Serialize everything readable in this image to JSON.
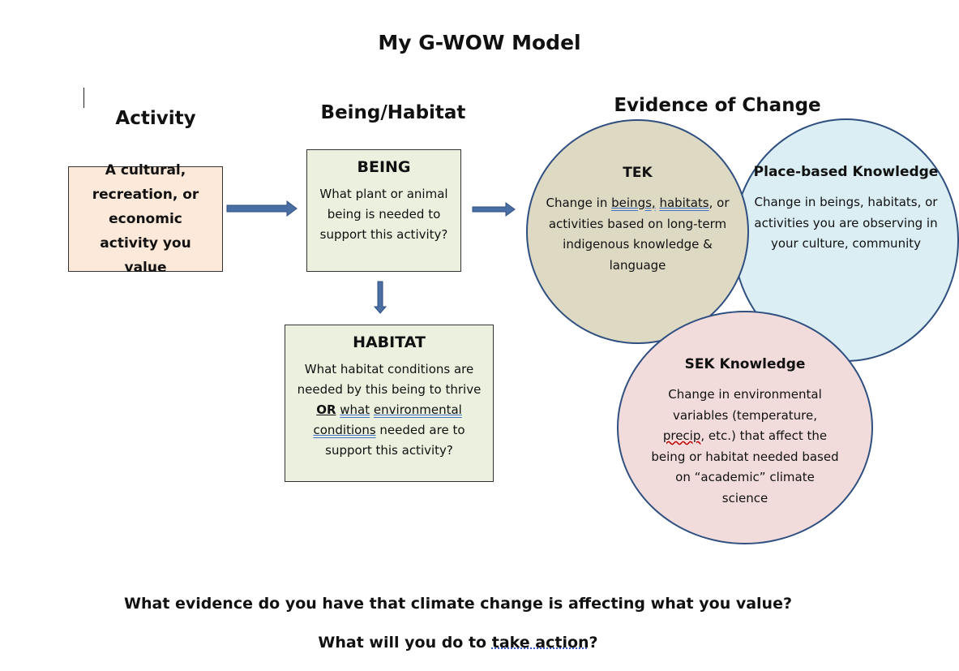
{
  "title": "My G-WOW Model",
  "headers": {
    "activity": "Activity",
    "being_habitat": "Being/Habitat",
    "evidence": "Evidence of Change"
  },
  "activity_box": {
    "text": "A cultural, recreation, or economic activity you value"
  },
  "being_box": {
    "title": "BEING",
    "body": "What plant or animal being is needed to support this activity?"
  },
  "habitat_box": {
    "title": "HABITAT",
    "body_1": "What habitat conditions are needed by this being to thrive",
    "or": "OR",
    "what": "what",
    "environmental": "environmental",
    "conditions": "conditions",
    "body_2": "needed are to support this activity?"
  },
  "tek": {
    "title": "TEK",
    "body_1": "Change in",
    "beings": "beings,",
    "habitats": "habitats",
    "body_2": ", or activities based on long-term indigenous knowledge & language"
  },
  "place": {
    "title": "Place-based Knowledge",
    "body": "Change in beings, habitats, or activities you are observing in your culture, community"
  },
  "sek": {
    "title": "SEK Knowledge",
    "body_1": "Change in environmental variables (temperature,",
    "precip": "precip",
    "body_2": ", etc.) that affect the being or habitat needed based on “academic” climate science"
  },
  "questions": {
    "q1": "What evidence do you have that climate change is affecting what you value?",
    "q2_prefix": "What will you do to",
    "q2_link": "take action",
    "q2_suffix": "?"
  },
  "colors": {
    "activity_fill": "#fde9d9",
    "being_fill": "#ebf1de",
    "tek_fill": "#ddd9c3",
    "place_fill": "#daeef3",
    "sek_fill": "#f2dcdb",
    "arrow": "#4a6fa5",
    "circle_stroke": "#2f4f80"
  }
}
